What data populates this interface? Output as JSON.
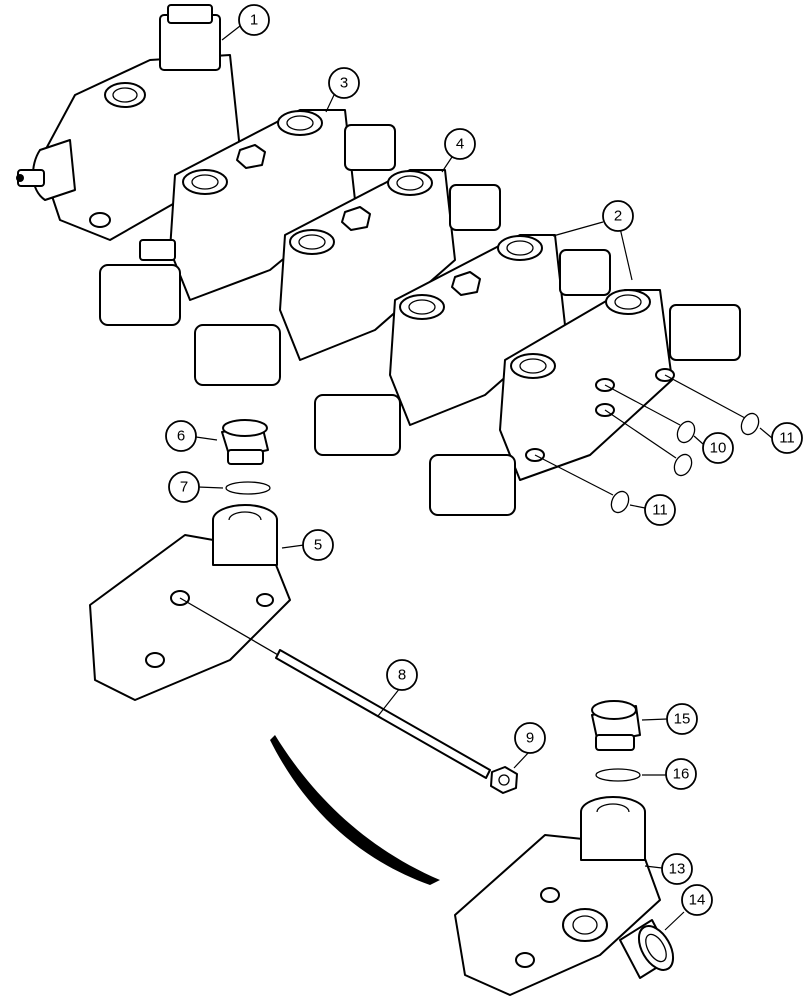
{
  "callouts": [
    {
      "id": "1",
      "label": "1"
    },
    {
      "id": "2",
      "label": "2"
    },
    {
      "id": "3",
      "label": "3"
    },
    {
      "id": "4",
      "label": "4"
    },
    {
      "id": "5",
      "label": "5"
    },
    {
      "id": "6",
      "label": "6"
    },
    {
      "id": "7",
      "label": "7"
    },
    {
      "id": "8",
      "label": "8"
    },
    {
      "id": "9",
      "label": "9"
    },
    {
      "id": "10",
      "label": "10"
    },
    {
      "id": "11a",
      "label": "11"
    },
    {
      "id": "11b",
      "label": "11"
    },
    {
      "id": "13",
      "label": "13"
    },
    {
      "id": "14",
      "label": "14"
    },
    {
      "id": "15",
      "label": "15"
    },
    {
      "id": "16",
      "label": "16"
    }
  ],
  "colors": {
    "line": "#000000",
    "background": "#ffffff"
  }
}
